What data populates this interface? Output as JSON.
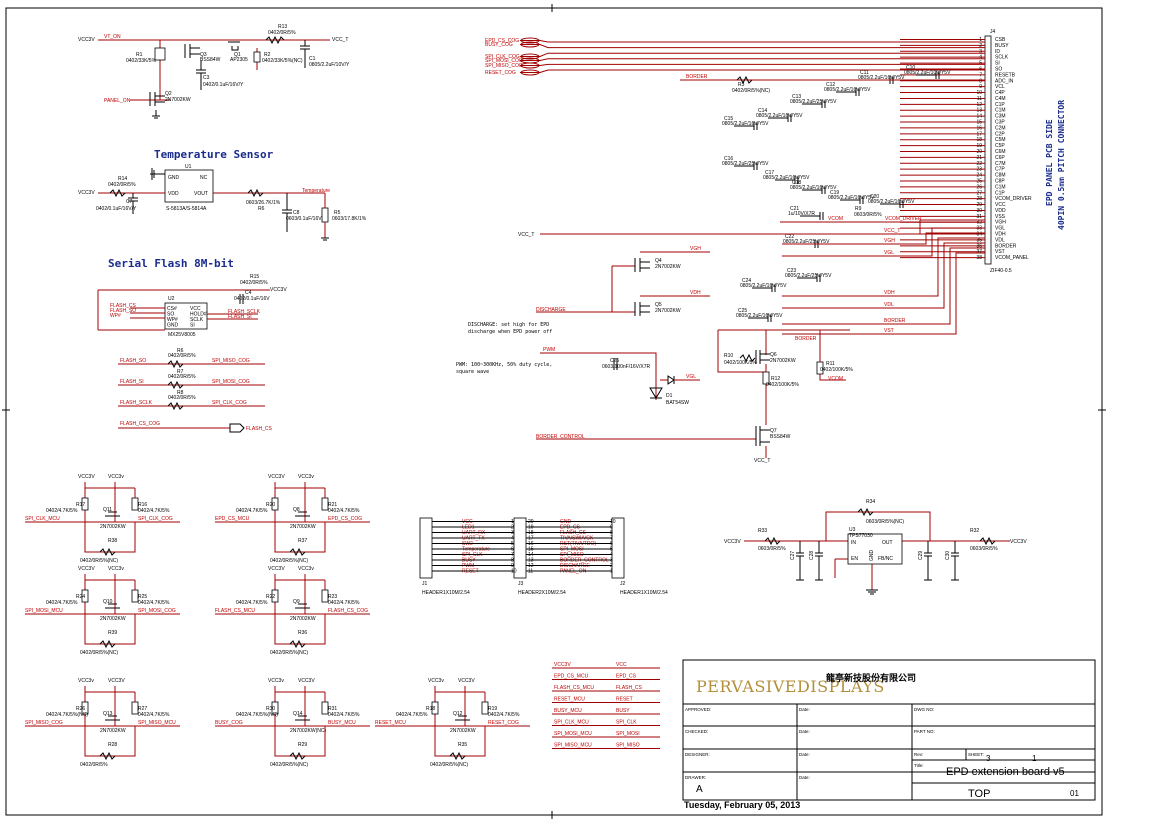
{
  "section_titles": {
    "temperature": "Temperature Sensor",
    "flash": "Serial Flash 8M-bit"
  },
  "notes": {
    "discharge": [
      "DISCHARGE: set high for EPD",
      "discharge when EPD power off"
    ],
    "pwm": [
      "PWM: 100~300KHz, 50% duty cycle,",
      "square wave"
    ]
  },
  "power": {
    "vcc3v": "VCC3V",
    "vcc3v_lower": "VCC3v",
    "vcc_t": "VCC_T",
    "vt_on": "VT_ON",
    "panel_on": "PANEL_ON"
  },
  "top_parts": {
    "r1": "R1",
    "r1_val": "0402/33K/5%",
    "q3": "Q3",
    "q3_val": "BSS84W",
    "q1": "Q1",
    "q1_val": "AP2305",
    "r13": "R13",
    "r13_val": "0402/0R/5%",
    "r2": "R2",
    "r2_val": "0402/33K/5%(NC)",
    "c1": "C1",
    "c1_val": "0805/2.2uF/10V/Y",
    "c3": "C3",
    "c3_val": "0402/0.1uF/16V/Y",
    "q2": "Q2",
    "q2_val": "2N7002KW"
  },
  "temp_parts": {
    "u1": "U1",
    "u1_part": "S-5813A/S-5814A",
    "gnd": "GND",
    "nc": "NC",
    "vdd": "VDD",
    "vout": "VOUT",
    "r14": "R14",
    "r14_val": "0402/0R/5%",
    "c7": "C7",
    "c7_val": "0402/0.1uF/16V/Y",
    "r6": "R6",
    "r6_val": "0603/26.7K/1%",
    "c8": "C8",
    "c8_val": "0603/0.1uF/16V",
    "r5": "R5",
    "r5_val": "0603/17.8K/1%",
    "temp_net": "Temperature"
  },
  "flash_parts": {
    "u2": "U2",
    "u2_part": "MX25V8005",
    "r15": "R15",
    "r15_val": "0402/0R/5%",
    "c4": "C4",
    "c4_val": "0402/0.1uF/16V",
    "pins_left": [
      "CS#",
      "SO",
      "WP#",
      "GND"
    ],
    "pins_right": [
      "VCC",
      "HOLD#",
      "SCLK",
      "SI"
    ],
    "nets_left": [
      "FLASH_CS",
      "FLASH_SO",
      "WP#"
    ],
    "nets_right": [
      "FLASH_SCLK",
      "FLASH_SI"
    ],
    "r6b": "R6",
    "r7": "R7",
    "r8": "R8",
    "rval": "0402/0R/5%",
    "map": [
      [
        "FLASH_SO",
        "SPI_MISO_COG"
      ],
      [
        "FLASH_SI",
        "SPI_MOSI_COG"
      ],
      [
        "FLASH_SCLK",
        "SPI_CLK_COG"
      ]
    ],
    "cs_cog": "FLASH_CS_COG",
    "cs": "FLASH_CS"
  },
  "connector": {
    "ref": "J4",
    "part": "ZIF40-0.5",
    "title1": "EPD PANEL PCB SIDE",
    "title2": "40PIN 0.5mm PITCH CONNECTOR",
    "pins": [
      "CSB",
      "BUSY",
      "ID",
      "SCLK",
      "SI",
      "SO",
      "RESETB",
      "ADC_IN",
      "VCL",
      "C4P",
      "C4M",
      "C1P",
      "C1M",
      "C3M",
      "C3P",
      "C2M",
      "C2P",
      "C5M",
      "C5P",
      "C6M",
      "C6P",
      "C7M",
      "C7P",
      "C8M",
      "C8P",
      "C1M",
      "C1P",
      "VCOM_DRIVER",
      "VCC",
      "VDD",
      "VSS",
      "VGH",
      "VGL",
      "VDH",
      "VDL",
      "BORDER",
      "VST",
      "VCOM_PANEL"
    ],
    "signals_in": [
      "EPD_CS_COG",
      "BUSY_COG",
      "SPI_CLK_COG",
      "SPI_MOSI_COG",
      "SPI_MISO_COG",
      "RESET_COG"
    ],
    "border": "BORDER"
  },
  "cap_bank": [
    [
      "C11",
      "0805/2.2uF/16V/Y5V"
    ],
    [
      "C10",
      "0805/2.2uF/10V/Y5V"
    ],
    [
      "C12",
      "0805/2.2uF/16V/Y5V"
    ],
    [
      "C13",
      "0805/2.2uF/25V/Y5V"
    ],
    [
      "C14",
      "0805/2.2uF/16V/Y5V"
    ],
    [
      "C15",
      "0805/2.2uF/16V/Y5V"
    ],
    [
      "C16",
      "0805/2.2uF/25V/Y5V"
    ],
    [
      "C17",
      "0805/2.2uF/16V/Y5V"
    ],
    [
      "C18",
      "0805/2.2uF/16V/Y5V"
    ],
    [
      "C19",
      "0805/2.2uF/16V/Y5V"
    ],
    [
      "C20",
      "0805/2.2uF/16V/Y5V"
    ],
    [
      "C21",
      "1u/10V/X7R"
    ],
    [
      "C22",
      "0805/2.2uF/25V/Y5V"
    ],
    [
      "C23",
      "0805/2.2uF/25V/Y5V"
    ],
    [
      "C24",
      "0805/2.2uF/16V/Y5V"
    ],
    [
      "C25",
      "0805/2.2uF/16V/Y5V"
    ]
  ],
  "r3": [
    "R3",
    "0402/0R/5%(NC)"
  ],
  "r9": [
    "R9",
    "0603/0R/5%"
  ],
  "vcom_driver": "VCOM_DRIVER",
  "vcom": "VCOM",
  "rail_nets": [
    "VCC_T",
    "VGH",
    "VGL",
    "VDH",
    "VDL",
    "BORDER",
    "VST"
  ],
  "driver": {
    "q4": "Q4",
    "q5": "Q5",
    "q6": "Q6",
    "q7": "Q7",
    "nmos": "2N7002KW",
    "pmos": "BSS84W",
    "discharge": "DISCHARGE",
    "pwm": "PWM",
    "c26": "C26",
    "c26_val": "0603/100nF/16V/X7R",
    "d1": "D1",
    "d1_val": "BAT54SW",
    "r10": "R10",
    "r10_val": "0402/100K/5%",
    "r11": "R11",
    "r11_val": "0402/100K/5%",
    "r12": "R12",
    "r12_val": "0402/100K/5%",
    "border_control": "BORDER_CONTROL",
    "vgl": "VGL",
    "vcom": "VCOM",
    "border": "BORDER",
    "vcc_t": "VCC_T"
  },
  "level_shifters": [
    {
      "ra": "R17",
      "rb": "R16",
      "q": "Q11",
      "rc": "R38",
      "left": "SPI_CLK_MCU",
      "right": "SPI_CLK_COG"
    },
    {
      "ra": "R20",
      "rb": "R21",
      "q": "Q8",
      "rc": "R37",
      "left": "EPD_CS_MCU",
      "right": "EPD_CS_COG"
    },
    {
      "ra": "R24",
      "rb": "R25",
      "q": "Q10",
      "rc": "R39",
      "left": "SPI_MOSI_MCU",
      "right": "SPI_MOSI_COG"
    },
    {
      "ra": "R22",
      "rb": "R23",
      "q": "Q9",
      "rc": "R36",
      "left": "FLASH_CS_MCU",
      "right": "FLASH_CS_COG"
    },
    {
      "ra": "R26",
      "rb": "R27",
      "q": "Q13",
      "rc": "R28",
      "left": "SPI_MISO_COG",
      "right": "SPI_MISO_MCU"
    },
    {
      "ra": "R30",
      "rb": "R31",
      "q": "Q14",
      "rc": "R29",
      "left": "BUSY_COG",
      "right": "BUSY_MCU"
    },
    {
      "ra": "R18",
      "rb": "R19",
      "q": "Q12",
      "rc": "R35",
      "left": "RESET_MCU",
      "right": "RESET_COG"
    }
  ],
  "ls_values": {
    "r47": "0402/4.7K/5%",
    "r47nc": "0402/4.7K/5%(NC)",
    "r0nc": "0402/0R/5%(NC)",
    "r0": "0402/0R/5%",
    "nmos": "2N7002KW",
    "nmos_nc": "2N7002KW(NC)"
  },
  "headers": {
    "j1": "J1",
    "j1_part": "HEADER1X10M/2.54",
    "j3": "J3",
    "j3_part": "HEADER2X10M/2.54",
    "j2": "J2",
    "j2_part": "HEADER1X10M/2.54",
    "left_labels": [
      "VCC",
      "LED1",
      "UART_RX",
      "UART_TX",
      "SW2",
      "Temperature",
      "SPI_CLK",
      "BUSY",
      "PWM",
      "RESET"
    ],
    "right_labels": [
      "GND",
      "EPD_CS",
      "FLASH_CS",
      "TIVA/SWI/VCK",
      "RST(TIVA/TDO)",
      "SPI_MOSI",
      "SPI_MISO",
      "BORDER_CONTROL",
      "DISCHARGE",
      "PANEL_ON"
    ],
    "left_nums": [
      "1",
      "2",
      "3",
      "4",
      "5",
      "6",
      "7",
      "8",
      "9",
      "10"
    ],
    "right_nums": [
      "20",
      "19",
      "18",
      "17",
      "16",
      "15",
      "14",
      "13",
      "12",
      "11"
    ]
  },
  "regulator": {
    "u3": "U3",
    "u3_part": "TPS77030",
    "in": "IN",
    "out": "OUT",
    "en": "EN",
    "fb": "FB/NC",
    "gnd": "GND",
    "r34": "R34",
    "r34_val": "0603/0R/5%(NC)",
    "r33": "R33",
    "r33_val": "0603/0R/5%",
    "r32": "R32",
    "r32_val": "0603/0R/5%",
    "caps": [
      "C27",
      "C28",
      "C29",
      "C30"
    ],
    "vin": "VCC3V",
    "vout": "VCC3V"
  },
  "alias_table": [
    [
      "VCC3V",
      "VCC"
    ],
    [
      "EPD_CS_MCU",
      "EPD_CS"
    ],
    [
      "FLASH_CS_MCU",
      "FLASH_CS"
    ],
    [
      "RESET_MCU",
      "RESET"
    ],
    [
      "BUSY_MCU",
      "BUSY"
    ],
    [
      "SPI_CLK_MCU",
      "SPI_CLK"
    ],
    [
      "SPI_MOSI_MCU",
      "SPI_MOSI"
    ],
    [
      "SPI_MISO_MCU",
      "SPI_MISO"
    ]
  ],
  "title_block": {
    "logo": "PERVASIVEDISPLAYS",
    "company_cn": "龍亭新技股份有限公司",
    "approved": "APPROVED:",
    "checked": "CHECKED:",
    "designer": "DESIGNER:",
    "drawer": "DRAWER:",
    "date": "Date:",
    "dwg_no": "DWG NO:",
    "part_no": "PART NO:",
    "rev": "Rev:",
    "sheet": "SHEET:",
    "sheet_num": "3",
    "sheet_of": "1",
    "title_label": "Title:",
    "title": "EPD extension board v5",
    "rev_value": "A",
    "subtitle": "TOP",
    "page": "01",
    "print_date": "Tuesday, February 05, 2013"
  }
}
